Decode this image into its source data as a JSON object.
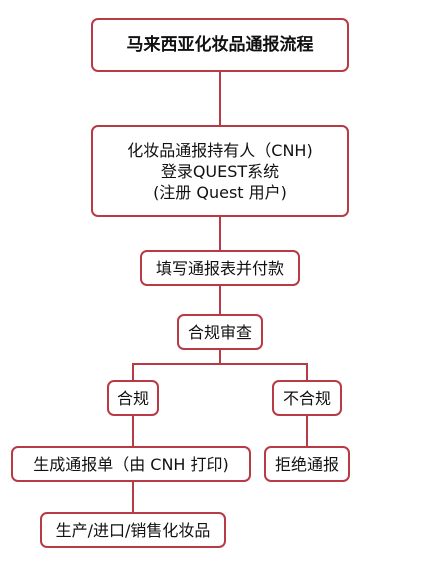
{
  "colors": {
    "stroke": "#b83a44",
    "text": "#111111",
    "background": "#ffffff"
  },
  "nodes": {
    "title": "马来西亚化妆品通报流程",
    "holder_line1": "化妆品通报持有人（CNH)",
    "holder_line2": "登录QUEST系统",
    "holder_line3": "(注册 Quest 用户)",
    "fill_form": "填写通报表并付款",
    "review": "合规审查",
    "compliant": "合规",
    "noncompliant": "不合规",
    "generate": "生成通报单（由 CNH 打印)",
    "reject": "拒绝通报",
    "produce": "生产/进口/销售化妆品"
  }
}
